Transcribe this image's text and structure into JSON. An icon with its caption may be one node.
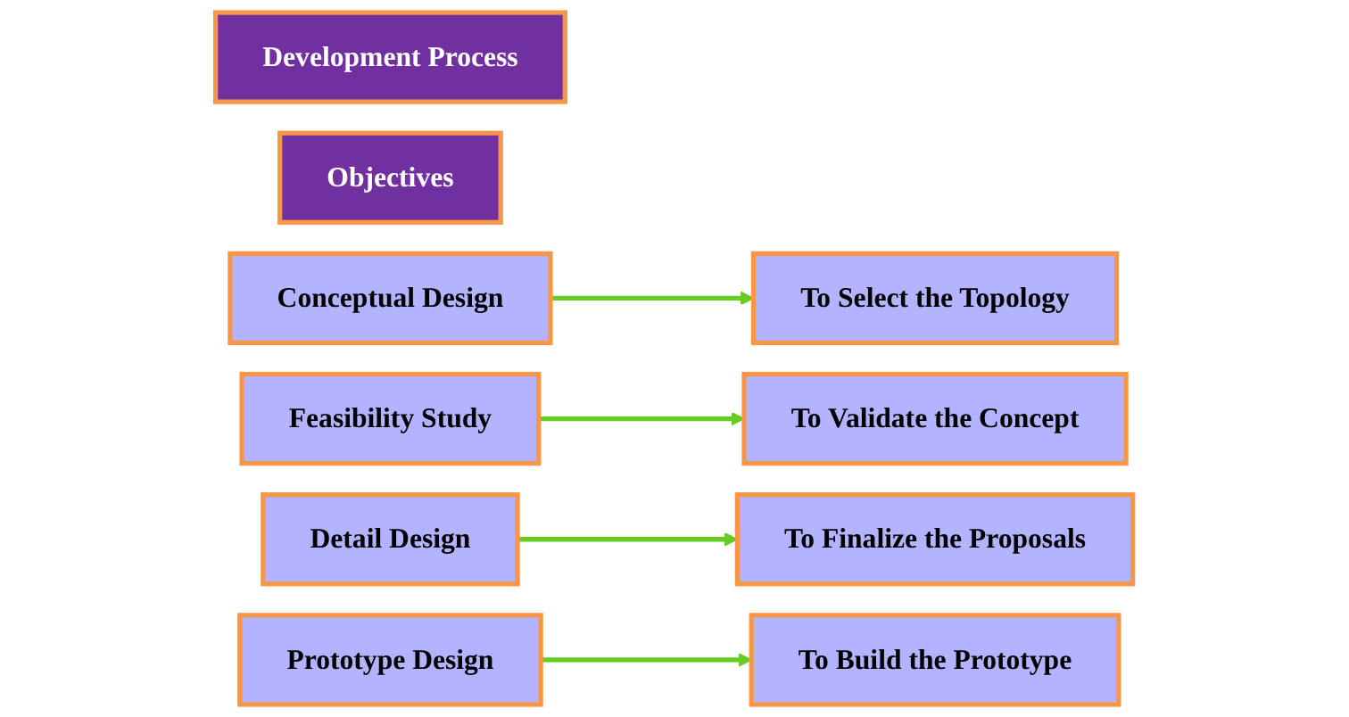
{
  "diagram": {
    "nodes": [
      {
        "text": [
          "Development Process"
        ]
      },
      {
        "text": [
          "Objectives"
        ]
      },
      {
        "text": [
          "Conceptual Design"
        ]
      },
      {
        "text": [
          "To Select the Topology"
        ]
      },
      {
        "text": [
          "Feasibility Study"
        ]
      },
      {
        "text": [
          "To Validate the Concept"
        ]
      },
      {
        "text": [
          "Detail Design"
        ]
      },
      {
        "text": [
          "To Finalize the Proposals"
        ]
      },
      {
        "text": [
          "Prototype Design"
        ]
      },
      {
        "text": [
          "To Build the Prototype"
        ]
      }
    ],
    "edges": [
      {
        "from": 2,
        "to": 3,
        "arrow": "to"
      },
      {
        "from": 4,
        "to": 5,
        "arrow": "to"
      },
      {
        "from": 6,
        "to": 7,
        "arrow": "to"
      },
      {
        "from": 8,
        "to": 9,
        "arrow": "to"
      }
    ]
  }
}
